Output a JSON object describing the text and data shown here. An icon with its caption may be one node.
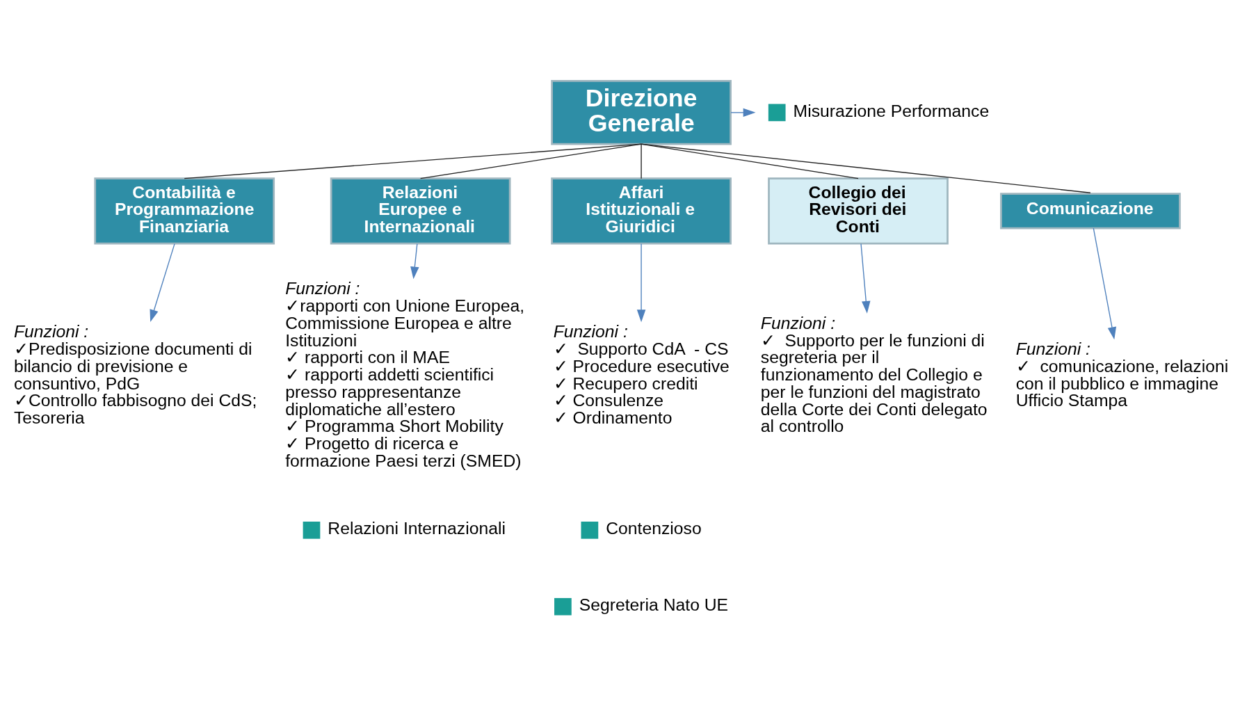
{
  "diagram": {
    "nodes": [
      {
        "text": [
          "Direzione Generale"
        ]
      },
      {
        "text": [
          "Misurazione Performance"
        ]
      },
      {
        "text": [
          "Contabilità e Programmazione Finanziaria"
        ]
      },
      {
        "text": [
          "Relazioni Europee e Internazionali"
        ]
      },
      {
        "text": [
          "Affari Istituzionali e Giuridici"
        ]
      },
      {
        "text": [
          "Collegio dei Revisori dei Conti"
        ]
      },
      {
        "text": [
          "Comunicazione"
        ]
      },
      {
        "text": [
          "Funzioni :",
          "✓Predisposizione documenti di bilancio di previsione e consuntivo, PdG",
          "✓Controllo fabbisogno dei CdS; Tesoreria"
        ]
      },
      {
        "text": [
          "Funzioni :",
          "✓rapporti con Unione Europea, Commissione Europea e altre Istituzioni",
          "✓ rapporti con il MAE",
          "✓ rapporti addetti scientifici presso rappresentanze diplomatiche all’estero",
          "✓ Programma Short Mobility",
          "✓ Progetto di ricerca e formazione Paesi terzi (SMED)"
        ]
      },
      {
        "text": [
          "Relazioni Internazionali"
        ]
      },
      {
        "text": [
          "Funzioni :",
          "✓  Supporto CdA  - CS",
          "✓ Procedure esecutive",
          "✓ Recupero crediti",
          "✓ Consulenze",
          "✓ Ordinamento"
        ]
      },
      {
        "text": [
          "Contenzioso"
        ]
      },
      {
        "text": [
          "Segreteria Nato UE"
        ]
      },
      {
        "text": [
          "Funzioni :",
          "✓  Supporto per le funzioni di segreteria per il funzionamento del Collegio e per le funzioni del magistrato della Corte dei Conti delegato al controllo"
        ]
      },
      {
        "text": [
          "Funzioni :",
          "✓  comunicazione, relazioni con il pubblico e immagine",
          "Ufficio Stampa"
        ]
      }
    ],
    "edges": [
      {
        "from": 0,
        "to": 1,
        "arrow": "to"
      },
      {
        "from": 0,
        "to": 2,
        "arrow": "none",
        "color": "#222222"
      },
      {
        "from": 0,
        "to": 3,
        "arrow": "none",
        "color": "#222222"
      },
      {
        "from": 0,
        "to": 4,
        "arrow": "none",
        "color": "#222222"
      },
      {
        "from": 0,
        "to": 5,
        "arrow": "none",
        "color": "#222222"
      },
      {
        "from": 0,
        "to": 6,
        "arrow": "none",
        "color": "#222222"
      },
      {
        "from": 2,
        "to": 7,
        "arrow": "to"
      },
      {
        "from": 3,
        "to": 8,
        "arrow": "to"
      },
      {
        "from": 4,
        "to": 10,
        "arrow": "to"
      },
      {
        "from": 5,
        "to": 13,
        "arrow": "to"
      },
      {
        "from": 6,
        "to": 14,
        "arrow": "to"
      }
    ]
  }
}
